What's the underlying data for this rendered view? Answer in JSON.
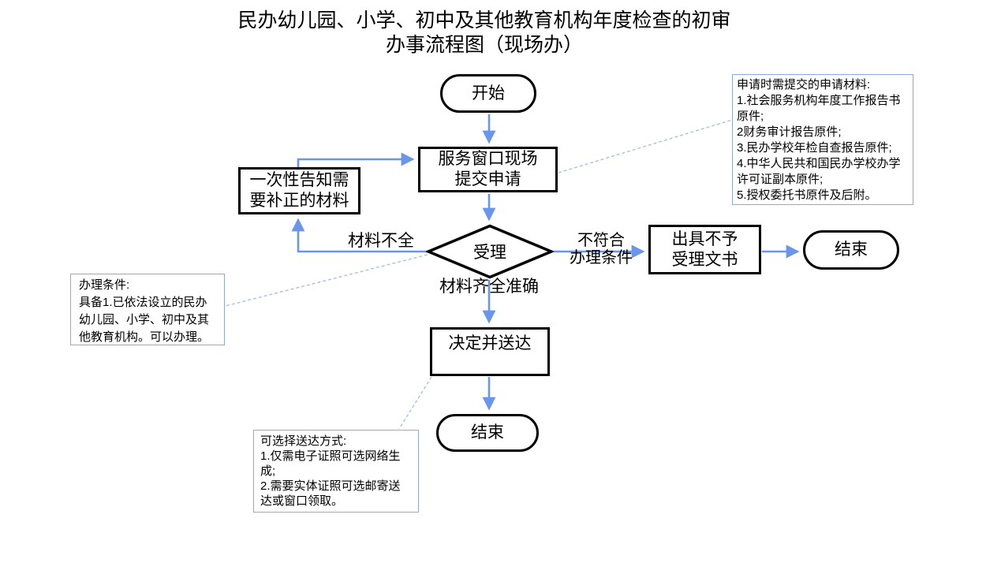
{
  "title": {
    "text": "民办幼儿园、小学、初中及其他教育机构年度检查的初审\n办事流程图（现场办）"
  },
  "nodes": {
    "start": {
      "label": "开始"
    },
    "submit": {
      "label": "服务窗口现场\n提交申请"
    },
    "notify": {
      "label": "一次性告知需\n要补正的材料"
    },
    "review": {
      "label": "受理"
    },
    "reject_doc": {
      "label": "出具不予\n受理文书"
    },
    "decide": {
      "label": "决定并送达"
    },
    "end_right": {
      "label": "结束"
    },
    "end_bottom": {
      "label": "结束"
    }
  },
  "edge_labels": {
    "incomplete": "材料不全",
    "complete": "材料齐全准确",
    "not_qualified": "不符合\n办理条件"
  },
  "notes": {
    "materials": "申请时需提交的申请材料:\n1.社会服务机构年度工作报告书原件;\n2财务审计报告原件;\n3.民办学校年检自查报告原件;\n4.中华人民共和国民办学校办学许可证副本原件;\n5.授权委托书原件及后附。",
    "condition": "办理条件:\n具备1.已依法设立的民办幼儿园、小学、初中及其他教育机构。可以办理。",
    "delivery": "可选择送达方式:\n1.仅需电子证照可选网络生成;\n2.需要实体证照可选邮寄送达或窗口领取。"
  },
  "colors": {
    "arrow_blue": "#6996eb",
    "node_border": "#000000",
    "note_border": "#8caadc",
    "dotted_line": "#a8c0e8",
    "background": "#ffffff"
  }
}
